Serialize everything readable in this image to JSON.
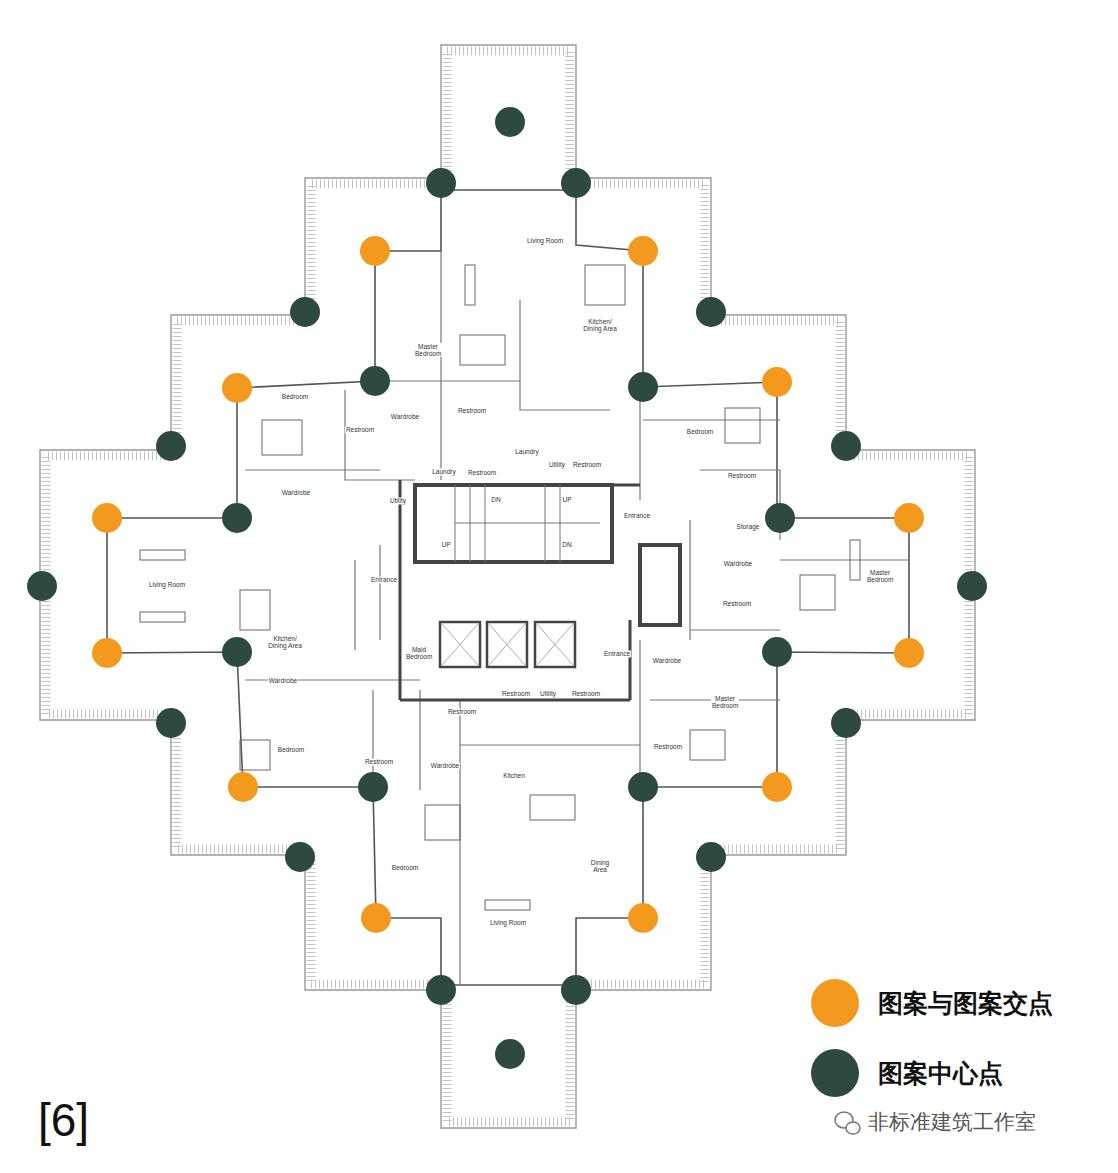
{
  "diagram": {
    "labels": [
      "Living Room",
      "Kitchen/ Dining Area",
      "Master Bedroom",
      "Bedroom",
      "Wardrobe",
      "Restroom",
      "Restroom",
      "Bedroom",
      "Laundry",
      "Utility",
      "Restroom",
      "Laundry",
      "Restroom",
      "Restroom",
      "DN",
      "UP",
      "Wardrobe",
      "Utility",
      "Entrance",
      "Storage",
      "UP",
      "DN",
      "Wardrobe",
      "Master Bedroom",
      "Entrance",
      "Living Room",
      "Restroom",
      "Kitchen/ Dining Area",
      "Maid Bedroom",
      "Entrance",
      "Wardrobe",
      "Wardrobe",
      "Restroom",
      "Utility",
      "Restroom",
      "Master Bedroom",
      "Restroom",
      "Restroom",
      "Bedroom",
      "Restroom",
      "Wardrobe",
      "Kitchen",
      "Dining Area",
      "Bedroom",
      "Living Room",
      "[6]",
      "非标准建筑工作室"
    ],
    "legend": [
      {
        "text": "图案与图案交点",
        "color": "#F39A1E"
      },
      {
        "text": "图案中心点",
        "color": "#2E4A40"
      }
    ]
  }
}
